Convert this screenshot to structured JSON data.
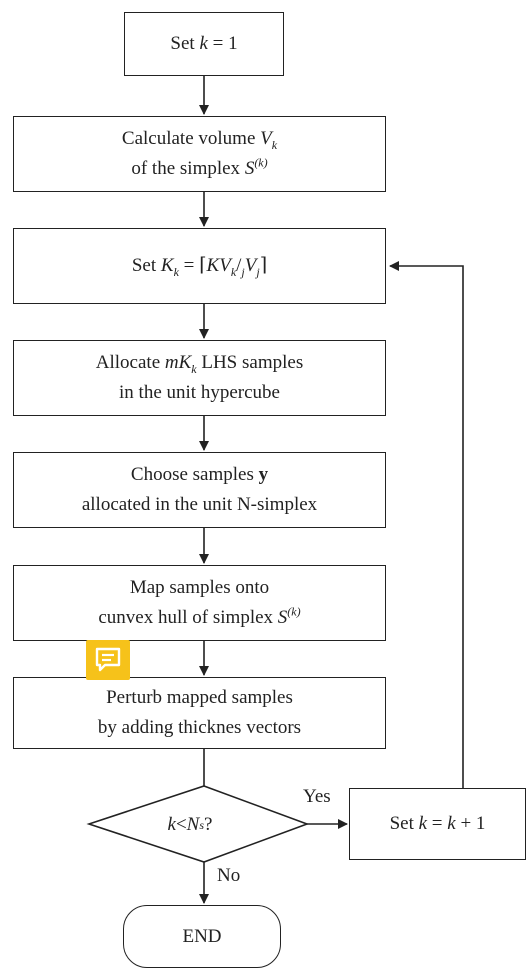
{
  "steps": {
    "set_k": {
      "prefix": "Set ",
      "var": "k",
      "rest": " = 1"
    },
    "calc_volume": {
      "line1_text": "Calculate volume ",
      "line1_var": "V",
      "line1_sub": "k",
      "line2_text": "of the simplex ",
      "line2_var": "S",
      "line2_sup": "(k)"
    },
    "set_kk": {
      "prefix": "Set ",
      "var": "K",
      "sub": "k",
      "eq": " = ",
      "ceil_open": "⌈",
      "frac": "KV",
      "frac_sub": "k",
      "slash": "/",
      "frac2_sub": "j",
      "frac2": "V",
      "frac2_sub2": "j",
      "ceil_close": "⌉"
    },
    "allocate": {
      "line1_text": "Allocate ",
      "line1_var": "mK",
      "line1_sub": "k",
      "line1_rest": " LHS samples",
      "line2": "in the unit hypercube"
    },
    "choose": {
      "line1_text": "Choose samples ",
      "line1_bold": "y",
      "line2": "allocated in the unit N-simplex"
    },
    "map": {
      "line1": "Map samples onto",
      "line2_text": "cunvex hull of simplex ",
      "line2_var": "S",
      "line2_sup": "(k)"
    },
    "perturb": {
      "line1": "Perturb mapped samples",
      "line2": "by adding thicknes vectors"
    },
    "increment": {
      "prefix": "Set ",
      "var": "k",
      "eq": " = ",
      "var2": "k",
      "rest": " + 1"
    }
  },
  "decision": {
    "var": "k",
    "op": " < ",
    "var2": "N",
    "sub": "s",
    "rest": "?",
    "yes_label": "Yes",
    "no_label": "No"
  },
  "end_label": "END",
  "comment_icon_color": "#f6c21a"
}
